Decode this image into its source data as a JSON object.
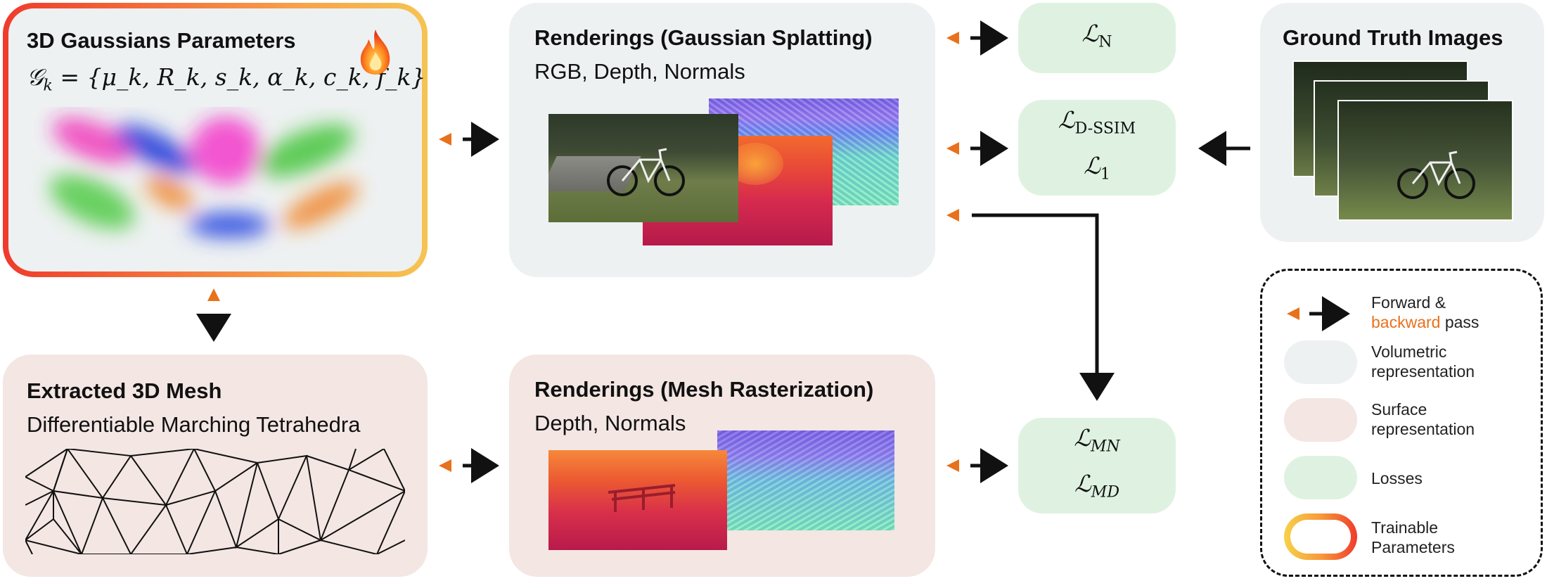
{
  "gaussians": {
    "title": "3D Gaussians Parameters",
    "formula_lhs": "𝒢",
    "formula_sub": "k",
    "formula_rhs": " = {μ_k, R_k, s_k, α_k, c_k, f_k}",
    "fire_icon": "fire-icon"
  },
  "render_gs": {
    "title": "Renderings (Gaussian Splatting)",
    "subtitle": "RGB, Depth, Normals"
  },
  "mesh": {
    "title": "Extracted 3D Mesh",
    "subtitle": "Differentiable Marching Tetrahedra"
  },
  "render_mesh": {
    "title": "Renderings (Mesh Rasterization)",
    "subtitle": "Depth, Normals"
  },
  "gt": {
    "title": "Ground Truth Images"
  },
  "losses": {
    "normal": {
      "sym": "ℒ",
      "sub": "N"
    },
    "dssim": {
      "sym": "ℒ",
      "sub": "D-SSIM"
    },
    "l1": {
      "sym": "ℒ",
      "sub": "1"
    },
    "mn": {
      "sym": "ℒ",
      "sub": "MN"
    },
    "md": {
      "sym": "ℒ",
      "sub": "MD"
    }
  },
  "legend": {
    "pass_line1": "Forward &",
    "pass_backward": "backward",
    "pass_rest": " pass",
    "volumetric_1": "Volumetric",
    "volumetric_2": "representation",
    "surface_1": "Surface",
    "surface_2": "representation",
    "losses": "Losses",
    "trainable_1": "Trainable",
    "trainable_2": "Parameters"
  },
  "colors": {
    "volumetric": "#eef1f2",
    "surface": "#f3e6e3",
    "loss": "#dff2e1",
    "backward": "#e8711c",
    "gradient_start": "#ef3b2c",
    "gradient_end": "#f6c453"
  }
}
